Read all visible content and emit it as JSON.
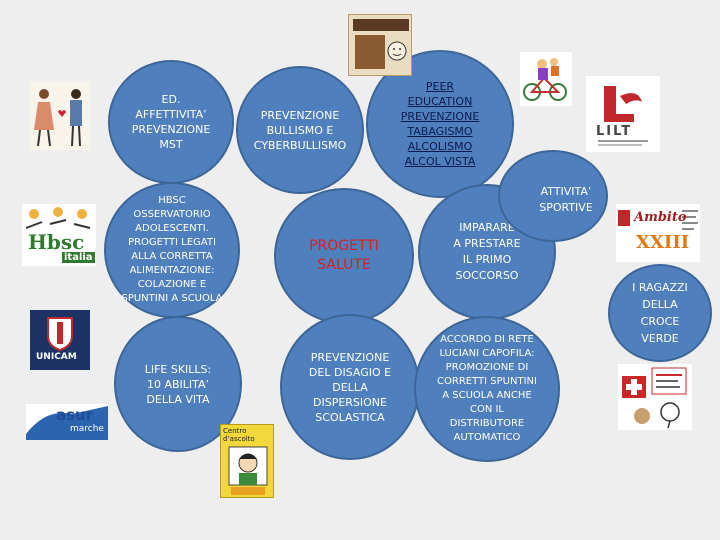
{
  "center": {
    "label": "PROGETTI\nSALUTE",
    "color": "#d62020"
  },
  "bubbles": {
    "ed_affettivita": "ED.\nAFFETTIVITA’\nPREVENZIONE\nMST",
    "bullismo": "PREVENZIONE\nBULLISMO E\nCYBERBULLISMO",
    "peer_education": "PEER\nEDUCATION\nPREVENZIONE\nTABAGISMO\nALCOLISMO\nALCOL VISTA",
    "hbsc": "HBSC\nOSSERVATORIO\nADOLESCENTI.\nPROGETTI LEGATI\nALLA CORRETTA\nALIMENTAZIONE:\nCOLAZIONE E\nSPUNTINI A SCUOLA",
    "primo_soccorso": "IMPARARE\nA PRESTARE\nIL PRIMO\nSOCCORSO",
    "life_skills": "LIFE SKILLS:\n10 ABILITA’\nDELLA VITA",
    "disagio": "PREVENZIONE\nDEL DISAGIO E\nDELLA\nDISPERSIONE\nSCOLASTICA",
    "accordo": "ACCORDO DI RETE\nLUCIANI CAPOFILA:\nPROMOZIONE DI\nCORRETTI SPUNTINI\nA SCUOLA ANCHE\nCON IL\nDISTRIBUTORE\nAUTOMATICO"
  },
  "labels": {
    "attivita_sportive": "ATTIVITA’\nSPORTIVE",
    "croce_verde": "I RAGAZZI\nDELLA\nCROCE\nVERDE"
  },
  "logos": {
    "lilt": "LILT",
    "hbsc_logo": "Hbsc",
    "hbsc_italia": "italia",
    "unicam": "UNICAM",
    "asur": "asur",
    "asur_sub": "marche",
    "ambito": "Ambito",
    "ambito_num": "XXIII",
    "comic_title": "Centro\nd’ascolto"
  },
  "colors": {
    "bubble": "#4f80bd",
    "background": "#eeeeee",
    "lilt_red": "#c0282d",
    "unicam_blue": "#1d3366"
  }
}
